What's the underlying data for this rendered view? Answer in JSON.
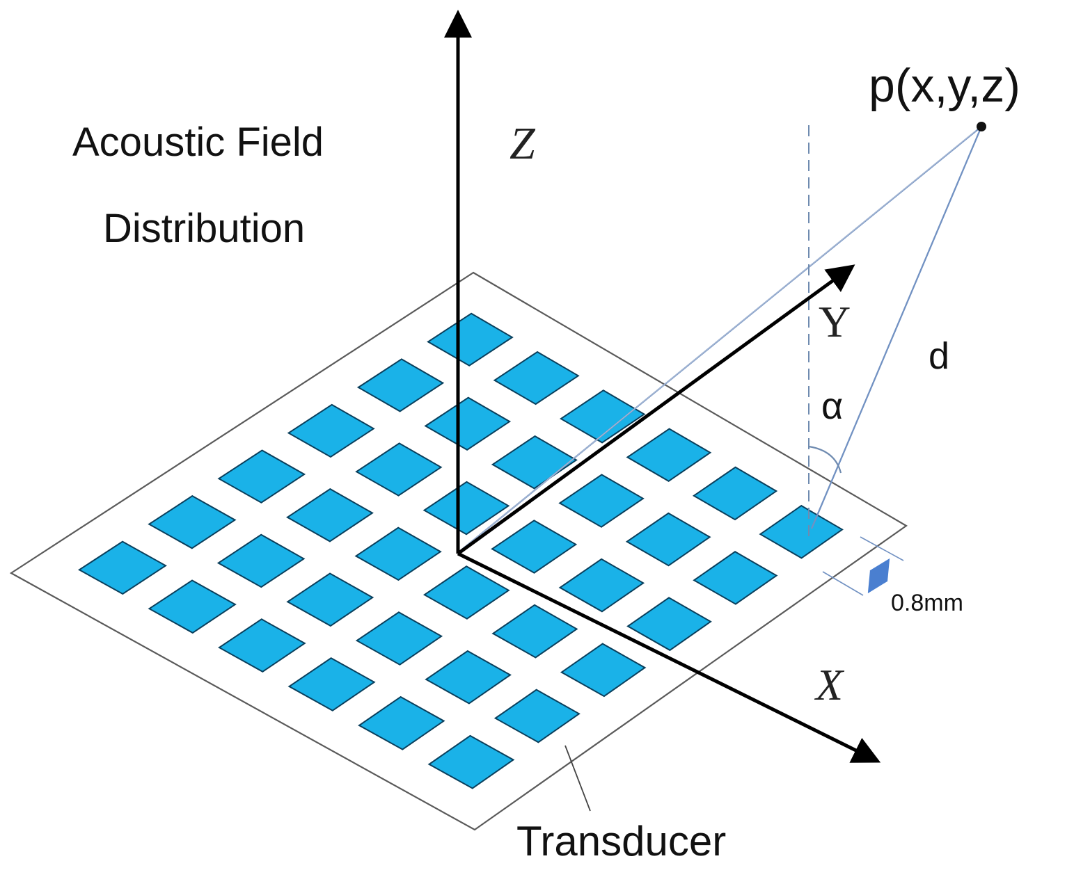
{
  "diagram": {
    "title_line1": "Acoustic Field",
    "title_line2": "Distribution",
    "point_label": "p(x,y,z)",
    "axis_z_label": "Z",
    "axis_y_label": "Y",
    "axis_x_label": "X",
    "distance_label": "d",
    "angle_label": "α",
    "dimension_label": "0.8mm",
    "transducer_label": "Transducer"
  },
  "colors": {
    "transducer_fill": "#1ab2e8",
    "transducer_stroke": "#0a3f5c",
    "dimension_color": "#4a7fd0",
    "ray_color": "#7191c2",
    "dashed_color": "#6f8bb0",
    "axis_color": "#000000"
  },
  "grid": {
    "rows": 6,
    "cols": 6,
    "transducer_count": 36
  },
  "icons": {
    "point": "filled-dot",
    "axis_heads": "arrowhead"
  }
}
